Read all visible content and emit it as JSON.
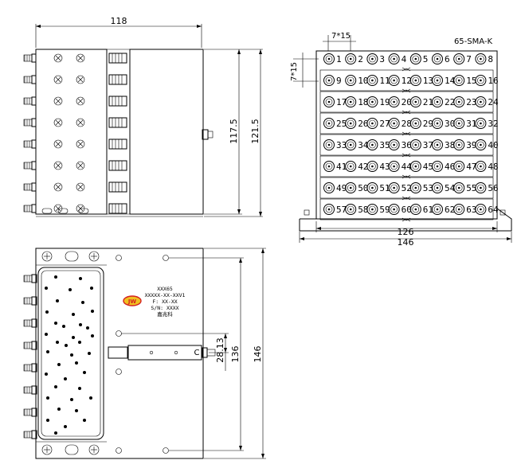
{
  "top_view": {
    "dim_width": "118",
    "dim_height_inner": "117.5",
    "dim_height_outer": "121.5"
  },
  "front_view": {
    "spacing_h": "7*15",
    "spacing_v": "7*15",
    "connector_type": "65-SMA-K",
    "port_rows": [
      [
        "1",
        "2",
        "3",
        "4",
        "5",
        "6",
        "7",
        "8"
      ],
      [
        "9",
        "10",
        "11",
        "12",
        "13",
        "14",
        "15",
        "16"
      ],
      [
        "17",
        "18",
        "19",
        "20",
        "21",
        "22",
        "23",
        "24"
      ],
      [
        "25",
        "26",
        "27",
        "28",
        "29",
        "30",
        "31",
        "32"
      ],
      [
        "33",
        "34",
        "35",
        "36",
        "37",
        "38",
        "39",
        "40"
      ],
      [
        "41",
        "42",
        "43",
        "44",
        "45",
        "46",
        "47",
        "48"
      ],
      [
        "49",
        "50",
        "51",
        "52",
        "53",
        "54",
        "55",
        "56"
      ],
      [
        "57",
        "58",
        "59",
        "60",
        "61",
        "62",
        "63",
        "64"
      ]
    ],
    "dim_inner_width": "126",
    "dim_outer_width": "146"
  },
  "side_view": {
    "label_lines": [
      "XXX65",
      "XXXXX-XX-XXV1",
      "F: XX-XX",
      "S/N: XXXX",
      "嘉兆科"
    ],
    "common_port": "C",
    "dim_offset": "28.13",
    "dim_inner_height": "136",
    "dim_outer_height": "146"
  },
  "colors": {
    "line": "#000000",
    "logo_red": "#d42020",
    "logo_yellow": "#f0c020"
  }
}
